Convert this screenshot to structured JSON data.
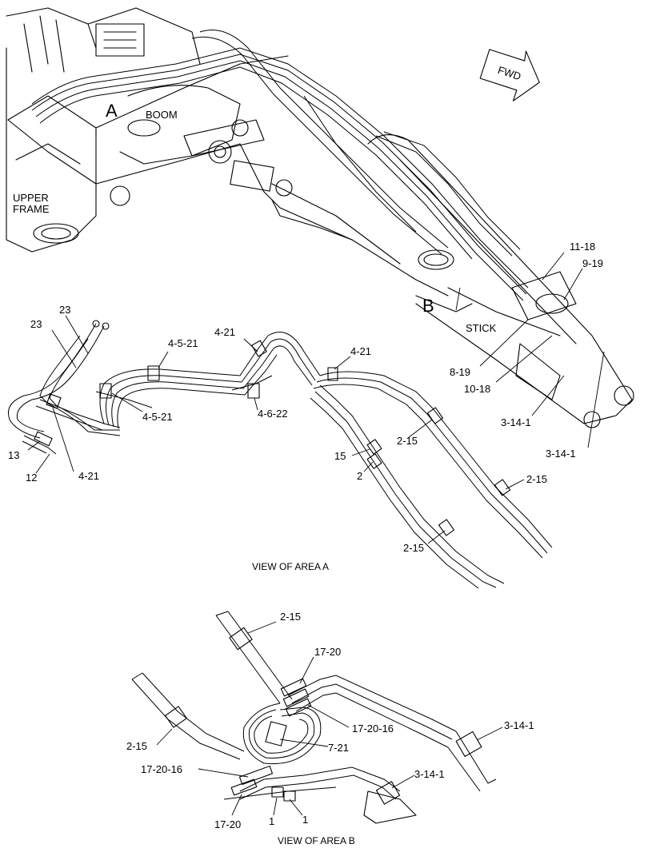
{
  "overview": {
    "area_a_letter": "A",
    "area_b_letter": "B",
    "boom_label": "BOOM",
    "upper_frame_line1": "UPPER",
    "upper_frame_line2": "FRAME",
    "stick_label": "STICK",
    "fwd_label": "FWD",
    "callouts": [
      "11-18",
      "9-19",
      "8-19",
      "10-18",
      "3-14-1",
      "3-14-1"
    ]
  },
  "view_a": {
    "caption": "VIEW OF AREA A",
    "callouts": [
      "23",
      "23",
      "4-5-21",
      "4-21",
      "4-21",
      "4-5-21",
      "4-6-22",
      "13",
      "12",
      "4-21",
      "2-15",
      "15",
      "2",
      "2-15",
      "2-15"
    ]
  },
  "view_b": {
    "caption": "VIEW OF AREA B",
    "callouts": [
      "2-15",
      "17-20",
      "17-20-16",
      "7-21",
      "3-14-1",
      "2-15",
      "17-20-16",
      "3-14-1",
      "17-20",
      "1",
      "1"
    ]
  },
  "colors": {
    "ink": "#000000",
    "paper": "#ffffff"
  },
  "icons": [
    "fwd-arrow-icon"
  ]
}
